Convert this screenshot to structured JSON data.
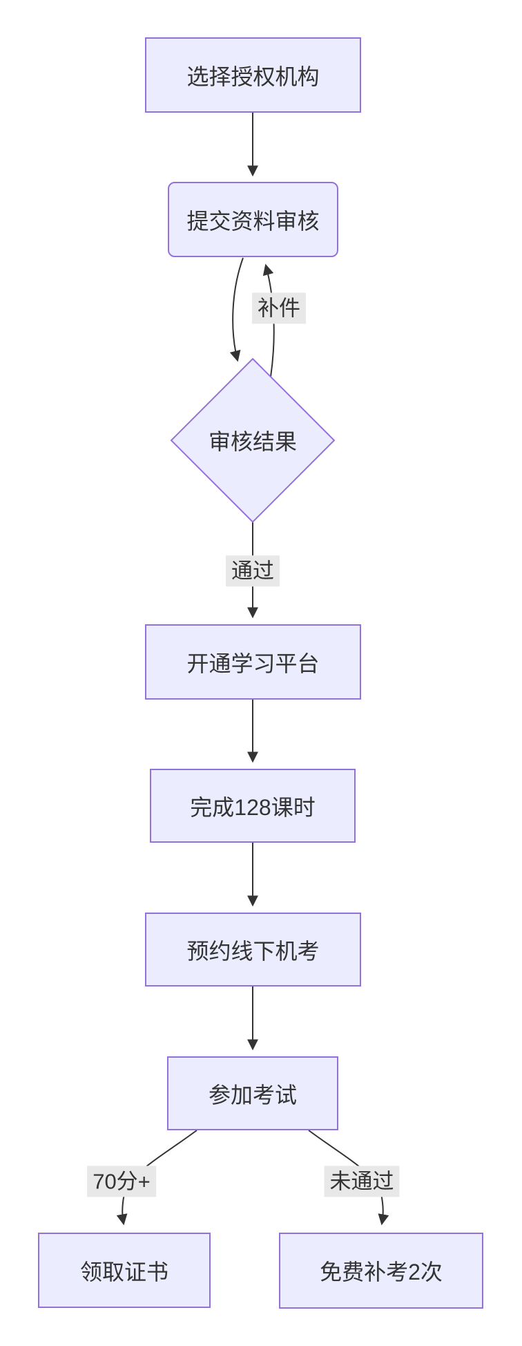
{
  "diagram": {
    "type": "flowchart",
    "direction": "top-down",
    "colors": {
      "background": "#FFFFFF",
      "node_fill": "#ECECFF",
      "node_border": "#9370DB",
      "node_text": "#333333",
      "edge_stroke": "#333333",
      "edge_label_bg": "#E8E8E8",
      "edge_label_text": "#333333"
    },
    "nodes": [
      {
        "id": "choose-institution",
        "shape": "rect",
        "label": "选择授权机构"
      },
      {
        "id": "submit-materials",
        "shape": "rounded",
        "label": "提交资料审核"
      },
      {
        "id": "review-result",
        "shape": "diamond",
        "label": "审核结果"
      },
      {
        "id": "open-learning-platform",
        "shape": "rect",
        "label": "开通学习平台"
      },
      {
        "id": "complete-128-hours",
        "shape": "rect",
        "label": "完成128课时"
      },
      {
        "id": "book-offline-exam",
        "shape": "rect",
        "label": "预约线下机考"
      },
      {
        "id": "take-exam",
        "shape": "rect",
        "label": "参加考试"
      },
      {
        "id": "receive-certificate",
        "shape": "rect",
        "label": "领取证书"
      },
      {
        "id": "free-retake",
        "shape": "rect",
        "label": "免费补考2次"
      }
    ],
    "edges": [
      {
        "from": "choose-institution",
        "to": "submit-materials",
        "label": ""
      },
      {
        "from": "submit-materials",
        "to": "review-result",
        "label": ""
      },
      {
        "from": "review-result",
        "to": "submit-materials",
        "label": "补件"
      },
      {
        "from": "review-result",
        "to": "open-learning-platform",
        "label": "通过"
      },
      {
        "from": "open-learning-platform",
        "to": "complete-128-hours",
        "label": ""
      },
      {
        "from": "complete-128-hours",
        "to": "book-offline-exam",
        "label": ""
      },
      {
        "from": "book-offline-exam",
        "to": "take-exam",
        "label": ""
      },
      {
        "from": "take-exam",
        "to": "receive-certificate",
        "label": "70分+"
      },
      {
        "from": "take-exam",
        "to": "free-retake",
        "label": "未通过"
      }
    ]
  }
}
